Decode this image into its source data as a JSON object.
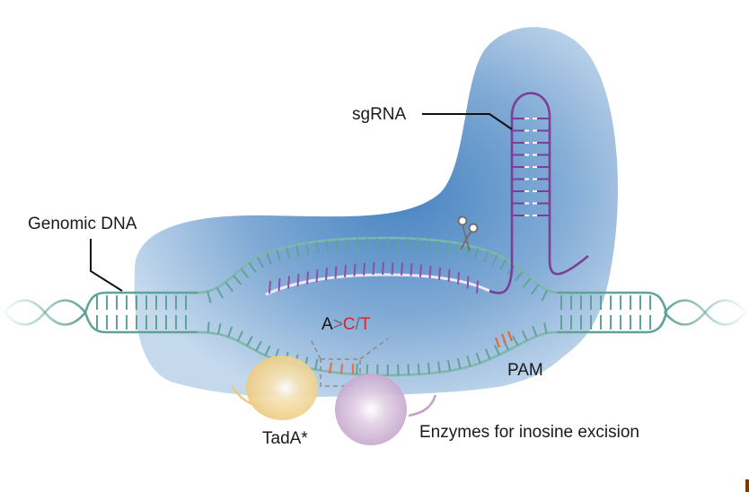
{
  "figure": {
    "type": "schematic",
    "subject": "Adenine base editor with inosine excision (A-to-C/T editing)"
  },
  "labels": {
    "sgrna": "sgRNA",
    "genomic_dna": "Genomic DNA",
    "pam": "PAM",
    "tada": "TadA*",
    "enzymes": "Enzymes for inosine excision"
  },
  "edit": {
    "from": "A",
    "arrow": ">",
    "to1": "C",
    "sep": "/",
    "to2": "T"
  },
  "icons": {
    "cut_site": "scissors-icon"
  },
  "colors": {
    "protein_light": "#bcd3ea",
    "protein_dark": "#3e7fbf",
    "dna_strand": "#5fa398",
    "rna_strand": "#7b3f98",
    "edit_base": "#e8744a",
    "edit_text": "#e31e24",
    "tada_fill": "#f1d08a",
    "enzyme_fill": "#c9a8cf",
    "leader_line": "#111111",
    "dashed_box": "#8a8a8a"
  }
}
